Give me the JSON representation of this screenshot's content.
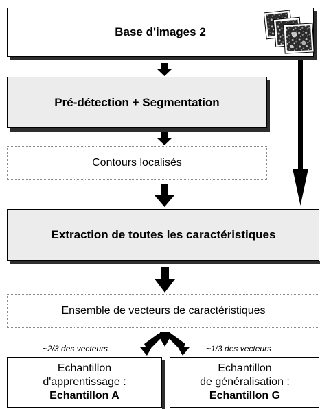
{
  "nodes": {
    "base": {
      "label": "Base d'images 2"
    },
    "preseg": {
      "label": "Pré-détection + Segmentation"
    },
    "contours": {
      "label": "Contours localisés"
    },
    "extract": {
      "label": "Extraction de toutes les caractéristiques"
    },
    "ensemble": {
      "label": "Ensemble de vecteurs de caractéristiques"
    },
    "sampleA": {
      "line1": "Echantillon",
      "line2": "d'apprentissage :",
      "line3": "Echantillon A"
    },
    "sampleG": {
      "line1": "Echantillon",
      "line2": "de généralisation :",
      "line3": "Echantillon G"
    }
  },
  "notes": {
    "split_a": "~2/3 des vecteurs",
    "split_g": "~1/3 des vecteurs"
  },
  "colors": {
    "box_fill_grey": "#ececec",
    "shadow": "#2e2e2e",
    "arrow": "#000000",
    "dotted_border": "#8a8a8a"
  },
  "icons": [
    "image-stack-icon"
  ]
}
